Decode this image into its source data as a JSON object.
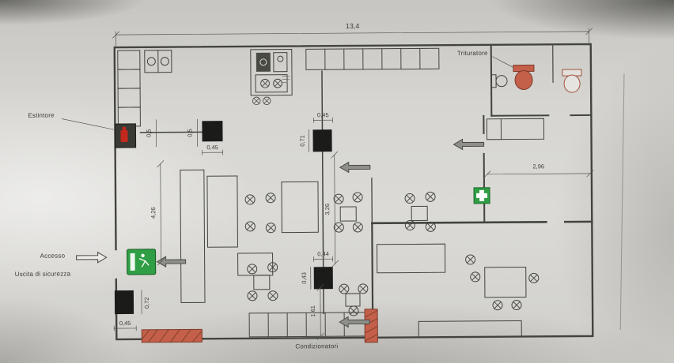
{
  "plan": {
    "labels": {
      "estintore": "Estintore",
      "accesso": "Accesso",
      "uscita_di_sicurezza": "Uscita di sicurezza",
      "trituratore": "Trituratore",
      "condizionatori": "Condizionatori"
    },
    "dims": {
      "overall_width": "13,4",
      "d05_a": "0,5",
      "d05_b": "0,5",
      "d045_door_top_left": "0,45",
      "d045_door_center": "0,45",
      "d045_door_bottom_left": "0,45",
      "d071_door_center": "0,71",
      "d426_room_left": "4,26",
      "d326_wall_center": "3,26",
      "d296_room_right": "2,96",
      "d044_door_lower": "0,44",
      "d043_door_lower": "0,43",
      "d072_door_bottom": "0,72",
      "d161_wall_bottom": "1,61"
    },
    "colors": {
      "ink": "#44443e",
      "paper": "#d6d5d1",
      "extinguisher_red": "#c3281c",
      "exit_green": "#2f9e44",
      "fixture_terracotta": "#c4604a",
      "arrow_gray": "#8f8f89"
    }
  }
}
